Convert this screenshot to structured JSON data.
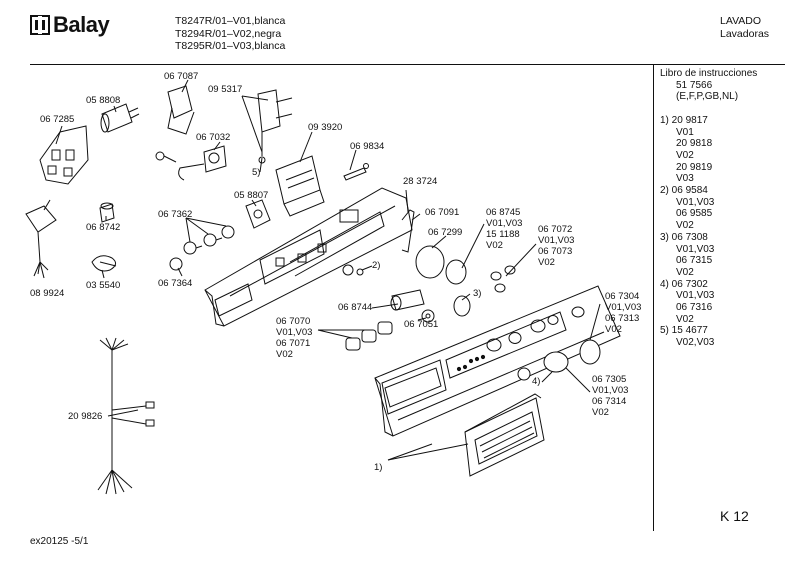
{
  "header": {
    "brand": "Balay",
    "models": [
      "T8247R/01–V01,blanca",
      "T8294R/01–V02,negra",
      "T8295R/01–V03,blanca"
    ],
    "category": [
      "LAVADO",
      "Lavadoras"
    ]
  },
  "sidebar": {
    "title": "Libro de instrucciones",
    "lines": [
      {
        "t": "51 7566",
        "indent": true
      },
      {
        "t": "(E,F,P,GB,NL)",
        "indent": true
      },
      {
        "t": "",
        "indent": false
      },
      {
        "t": "1)  20 9817",
        "indent": false
      },
      {
        "t": "V01",
        "indent": true
      },
      {
        "t": "20 9818",
        "indent": true
      },
      {
        "t": "V02",
        "indent": true
      },
      {
        "t": "20 9819",
        "indent": true
      },
      {
        "t": "V03",
        "indent": true
      },
      {
        "t": "2)  06 9584",
        "indent": false
      },
      {
        "t": "V01,V03",
        "indent": true
      },
      {
        "t": "06 9585",
        "indent": true
      },
      {
        "t": "V02",
        "indent": true
      },
      {
        "t": "3)  06 7308",
        "indent": false
      },
      {
        "t": "V01,V03",
        "indent": true
      },
      {
        "t": "06 7315",
        "indent": true
      },
      {
        "t": "V02",
        "indent": true
      },
      {
        "t": "4)  06 7302",
        "indent": false
      },
      {
        "t": "V01,V03",
        "indent": true
      },
      {
        "t": "06 7316",
        "indent": true
      },
      {
        "t": "V02",
        "indent": true
      },
      {
        "t": "5)  15 4677",
        "indent": false
      },
      {
        "t": "V02,V03",
        "indent": true
      }
    ]
  },
  "page_code": "K 12",
  "footer": "ex20125   -5/1",
  "labels": [
    {
      "id": "067087",
      "lines": [
        "06 7087"
      ]
    },
    {
      "id": "095317",
      "lines": [
        "09 5317"
      ]
    },
    {
      "id": "058808",
      "lines": [
        "05 8808"
      ]
    },
    {
      "id": "067285",
      "lines": [
        "06 7285"
      ]
    },
    {
      "id": "067032",
      "lines": [
        "06 7032"
      ]
    },
    {
      "id": "093920",
      "lines": [
        "09 3920"
      ]
    },
    {
      "id": "069834",
      "lines": [
        "06 9834"
      ]
    },
    {
      "id": "5",
      "lines": [
        "5)"
      ]
    },
    {
      "id": "283724",
      "lines": [
        "28 3724"
      ]
    },
    {
      "id": "058807",
      "lines": [
        "05 8807"
      ]
    },
    {
      "id": "067362",
      "lines": [
        "06 7362"
      ]
    },
    {
      "id": "068742",
      "lines": [
        "06 8742"
      ]
    },
    {
      "id": "067091",
      "lines": [
        "06 7091"
      ]
    },
    {
      "id": "068745",
      "lines": [
        "06 8745",
        "V01,V03",
        "15 1188",
        "V02"
      ]
    },
    {
      "id": "067299",
      "lines": [
        "06 7299"
      ]
    },
    {
      "id": "067072",
      "lines": [
        "06 7072",
        "V01,V03",
        "06 7073",
        "V02"
      ]
    },
    {
      "id": "2",
      "lines": [
        "2)"
      ]
    },
    {
      "id": "089924",
      "lines": [
        "08 9924"
      ]
    },
    {
      "id": "035540",
      "lines": [
        "03 5540"
      ]
    },
    {
      "id": "067364",
      "lines": [
        "06 7364"
      ]
    },
    {
      "id": "3",
      "lines": [
        "3)"
      ]
    },
    {
      "id": "068744",
      "lines": [
        "06 8744"
      ]
    },
    {
      "id": "067304",
      "lines": [
        "06 7304",
        "V01,V03",
        "06 7313",
        "V02"
      ]
    },
    {
      "id": "067070",
      "lines": [
        "06 7070",
        "V01,V03",
        "06 7071",
        "V02"
      ]
    },
    {
      "id": "067051",
      "lines": [
        "06 7051"
      ]
    },
    {
      "id": "209826",
      "lines": [
        "20 9826"
      ]
    },
    {
      "id": "4",
      "lines": [
        "4)"
      ]
    },
    {
      "id": "067305",
      "lines": [
        "06 7305",
        "V01,V03",
        "06 7314",
        "V02"
      ]
    },
    {
      "id": "1",
      "lines": [
        "1)"
      ]
    }
  ]
}
